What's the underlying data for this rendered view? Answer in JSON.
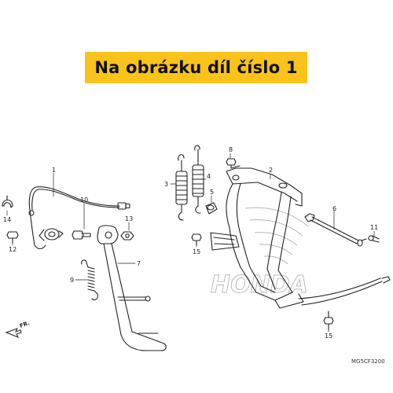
{
  "banner": {
    "text": "Na obrázku díl číslo 1"
  },
  "callouts": [
    {
      "id": "1",
      "label": "1"
    },
    {
      "id": "2",
      "label": "2"
    },
    {
      "id": "3",
      "label": "3"
    },
    {
      "id": "4",
      "label": "4"
    },
    {
      "id": "5",
      "label": "5"
    },
    {
      "id": "6",
      "label": "6"
    },
    {
      "id": "7",
      "label": "7"
    },
    {
      "id": "8",
      "label": "8"
    },
    {
      "id": "9",
      "label": "9"
    },
    {
      "id": "10",
      "label": "10"
    },
    {
      "id": "11",
      "label": "11"
    },
    {
      "id": "12",
      "label": "12"
    },
    {
      "id": "13",
      "label": "13"
    },
    {
      "id": "14",
      "label": "14"
    },
    {
      "id": "15a",
      "label": "15"
    },
    {
      "id": "15b",
      "label": "15"
    }
  ],
  "direction": {
    "label": "FR."
  },
  "diagram_code": "MG5CF3200",
  "watermark": {
    "text": "HONDA"
  },
  "colors": {
    "banner": "#f9c31b",
    "line": "#222222",
    "watermark": "#b7b7b7"
  }
}
